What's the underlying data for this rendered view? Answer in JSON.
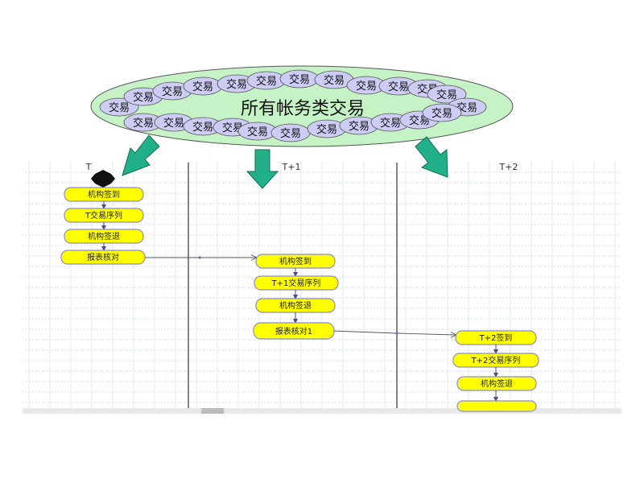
{
  "cloud": {
    "title": "所有帐务类交易",
    "item_label": "交易",
    "fill_color": "#c6f3c6",
    "bubble_color": "#ccccf5"
  },
  "lanes": [
    {
      "label": "T"
    },
    {
      "label": "T+1"
    },
    {
      "label": "T+2"
    }
  ],
  "flows": [
    {
      "lane": 0,
      "steps": [
        "机构签到",
        "T交易序列",
        "机构签退",
        "报表核对"
      ]
    },
    {
      "lane": 1,
      "steps": [
        "机构签到",
        "T+1交易序列",
        "机构签退",
        "报表核对1"
      ]
    },
    {
      "lane": 2,
      "steps": [
        "T+2签到",
        "T+2交易序列",
        "机构签退",
        ""
      ]
    }
  ],
  "colors": {
    "step_fill": "#ffff00",
    "step_border": "#8a8ad0",
    "arrow_green": "#22b08a",
    "grid": "#c8d8e8",
    "lane_divider": "#333333"
  }
}
